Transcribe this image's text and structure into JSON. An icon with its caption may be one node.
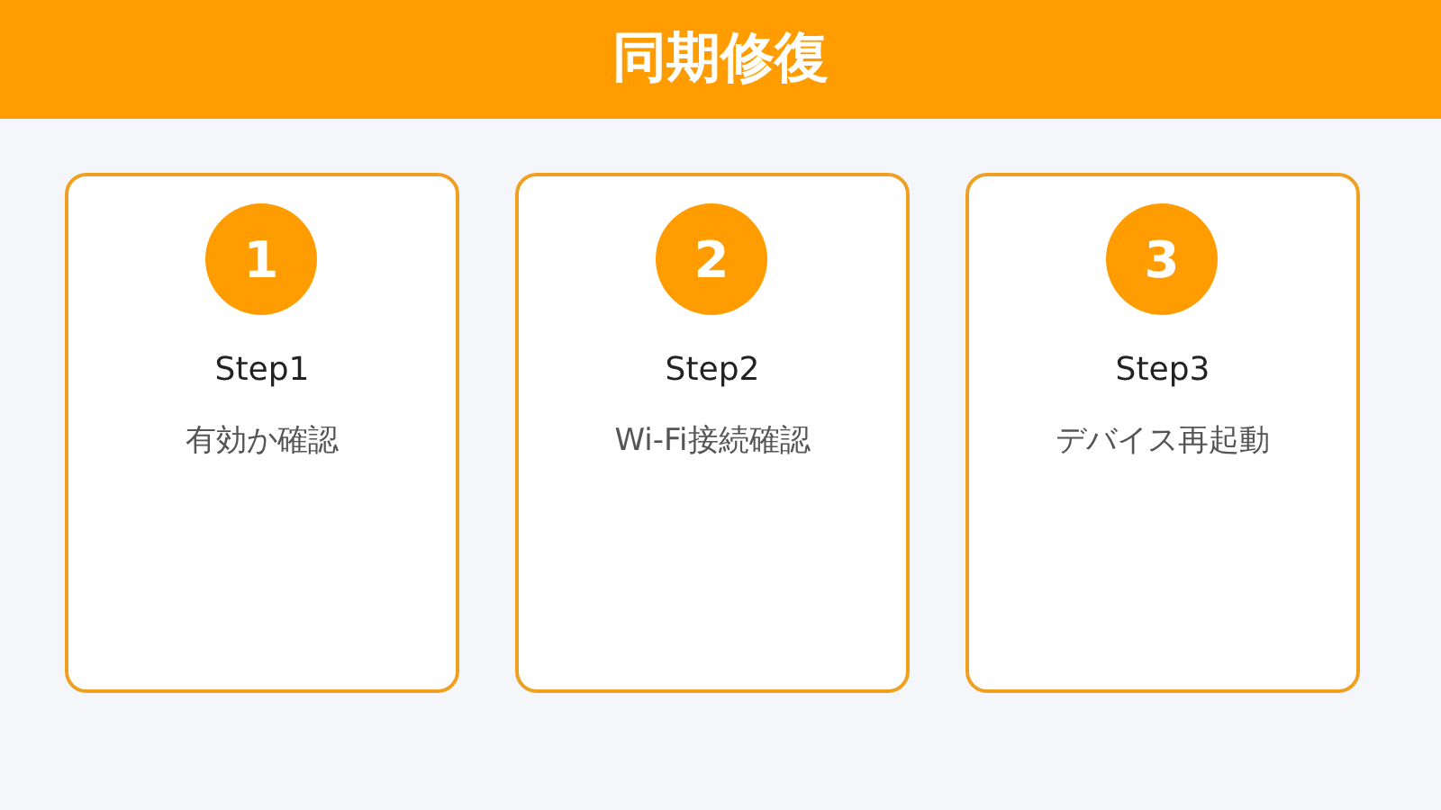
{
  "diagram": {
    "title": "同期修復",
    "nodes": [
      {
        "text": [
          "Step1",
          "有効か確認"
        ]
      },
      {
        "text": [
          "1"
        ],
        "in": 0
      },
      {
        "text": [
          "Step2",
          "Wi-Fi接続確認"
        ]
      },
      {
        "text": [
          "2"
        ],
        "in": 2
      },
      {
        "text": [
          "Step3",
          "デバイス再起動"
        ]
      },
      {
        "text": [
          "3"
        ],
        "in": 4
      }
    ]
  }
}
